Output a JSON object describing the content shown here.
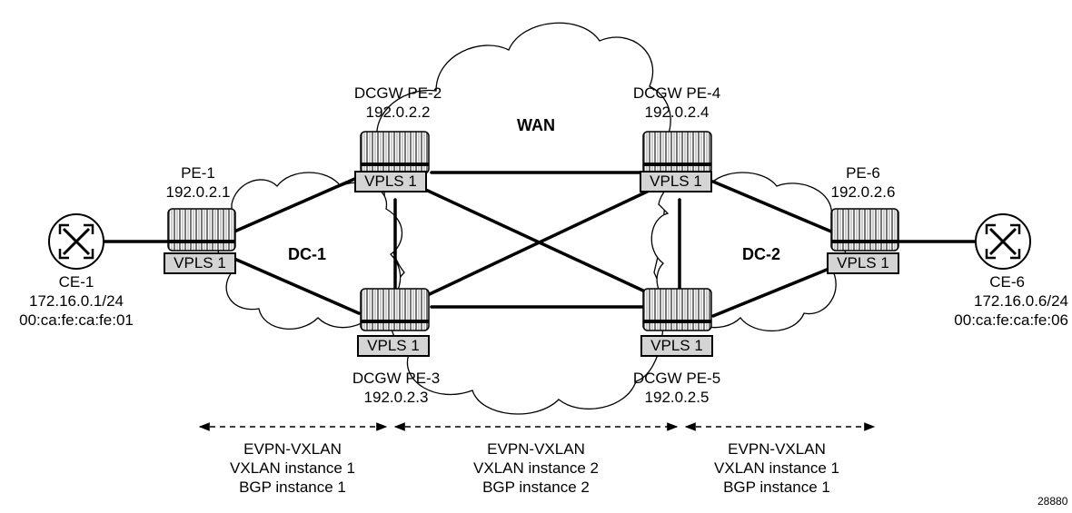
{
  "clouds": {
    "wan": "WAN",
    "dc1": "DC-1",
    "dc2": "DC-2"
  },
  "nodes": {
    "pe1": {
      "name": "PE-1",
      "ip": "192.0.2.1",
      "service": "VPLS 1"
    },
    "pe2": {
      "name": "DCGW PE-2",
      "ip": "192.0.2.2",
      "service": "VPLS 1"
    },
    "pe3": {
      "name": "DCGW PE-3",
      "ip": "192.0.2.3",
      "service": "VPLS 1"
    },
    "pe4": {
      "name": "DCGW PE-4",
      "ip": "192.0.2.4",
      "service": "VPLS 1"
    },
    "pe5": {
      "name": "DCGW PE-5",
      "ip": "192.0.2.5",
      "service": "VPLS 1"
    },
    "pe6": {
      "name": "PE-6",
      "ip": "192.0.2.6",
      "service": "VPLS 1"
    }
  },
  "ces": {
    "ce1": {
      "name": "CE-1",
      "ip": "172.16.0.1/24",
      "mac": "00:ca:fe:ca:fe:01"
    },
    "ce6": {
      "name": "CE-6",
      "ip": "172.16.0.6/24",
      "mac": "00:ca:fe:ca:fe:06"
    }
  },
  "segments": [
    {
      "l1": "EVPN-VXLAN",
      "l2": "VXLAN instance 1",
      "l3": "BGP instance 1"
    },
    {
      "l1": "EVPN-VXLAN",
      "l2": "VXLAN instance 2",
      "l3": "BGP instance 2"
    },
    {
      "l1": "EVPN-VXLAN",
      "l2": "VXLAN instance 1",
      "l3": "BGP instance 1"
    }
  ],
  "figure_id": "28880"
}
